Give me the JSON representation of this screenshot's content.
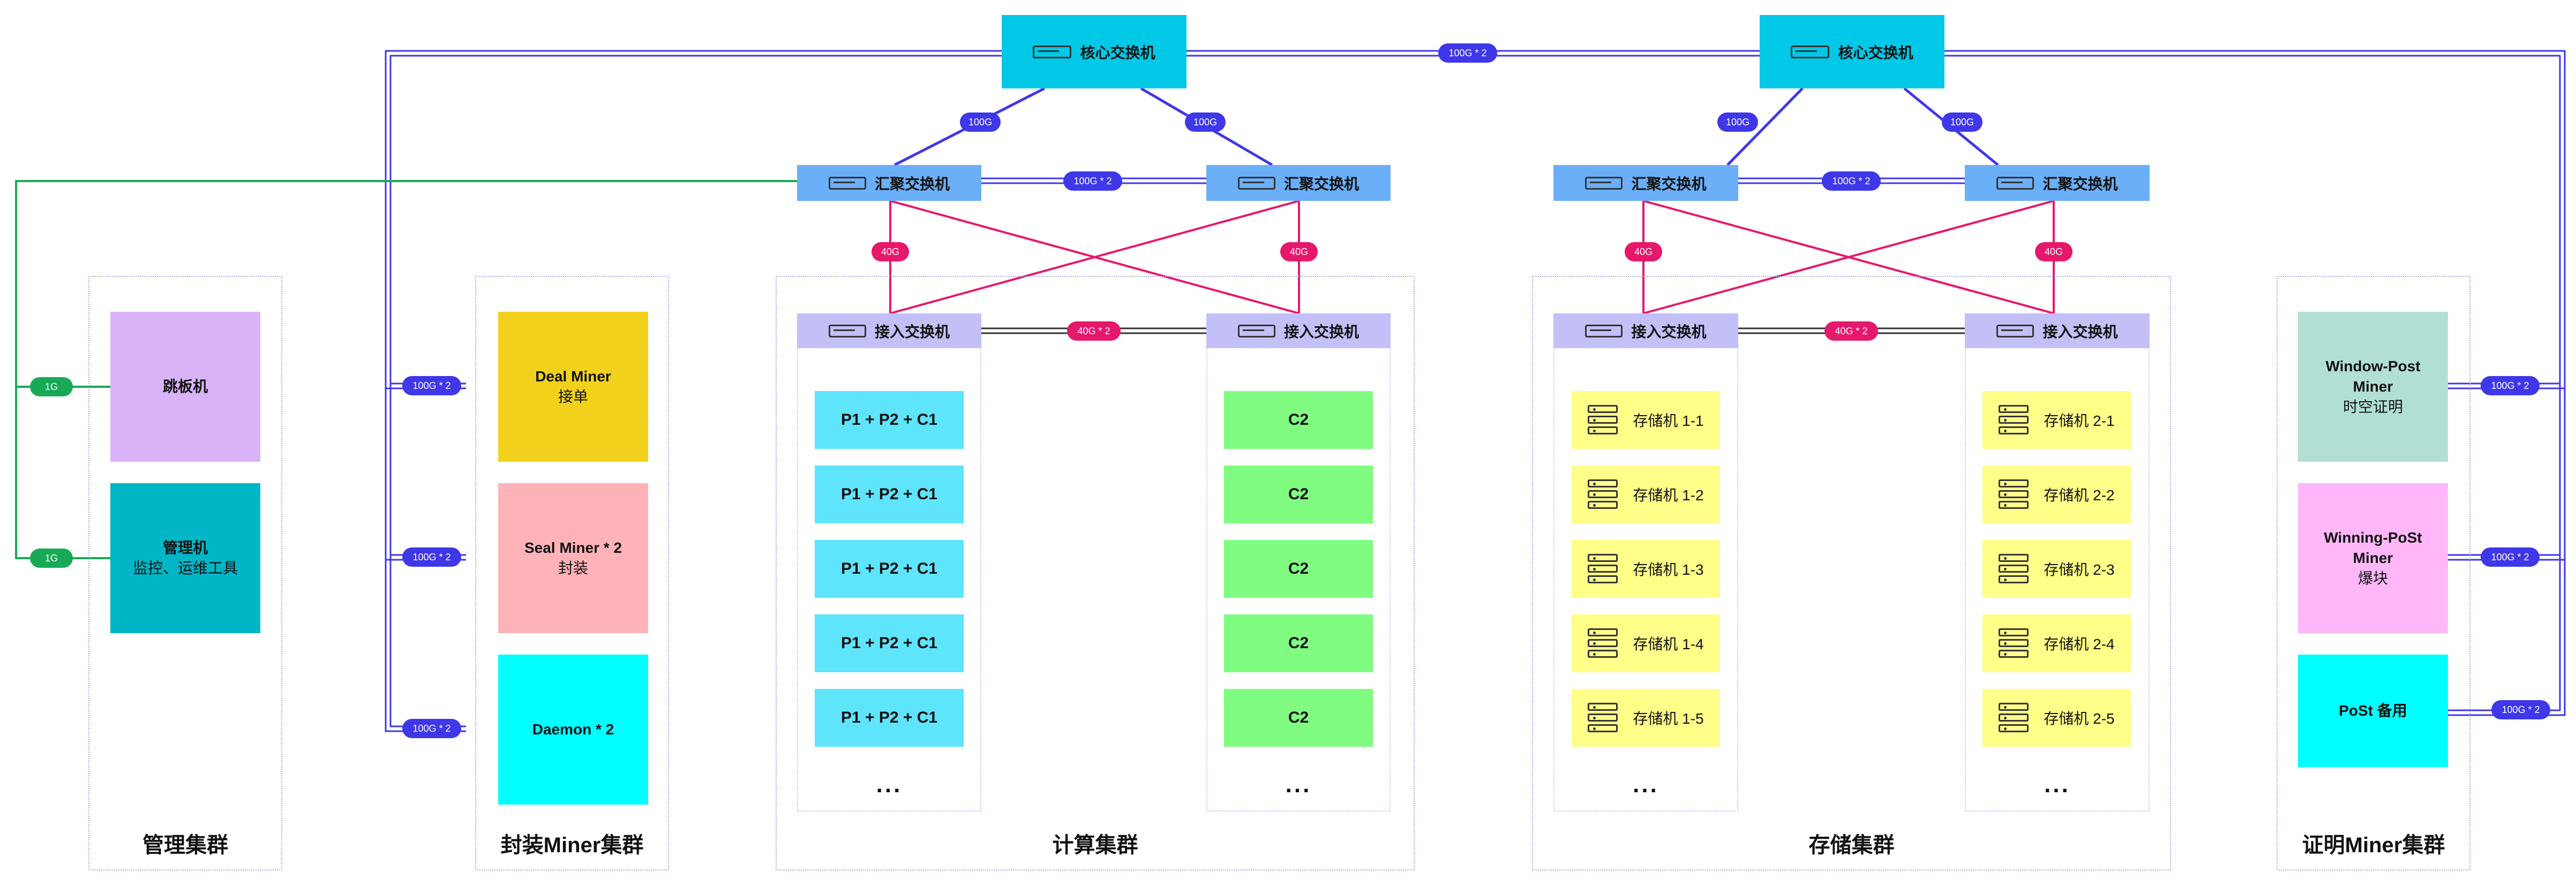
{
  "colors": {
    "core": "#00c8e6",
    "agg": "#6aaff7",
    "access": "#c2c0f7",
    "blue_link": "#3f37e8",
    "pink_link": "#e6186c",
    "green_link": "#18a957",
    "jump": "#d9b3f7",
    "mgmt": "#00b5c5",
    "deal": "#f2d11c",
    "seal": "#ffb3b8",
    "daemon": "#00ffff",
    "compute1": "#5ee4fb",
    "compute2": "#80fc80",
    "storage": "#fffe88",
    "window": "#b1dfd6",
    "winning": "#ffb7fa",
    "postbak": "#00ffff"
  },
  "core_switches": [
    {
      "label": "核心交换机"
    },
    {
      "label": "核心交换机"
    }
  ],
  "agg_switches": [
    {
      "label": "汇聚交换机"
    },
    {
      "label": "汇聚交换机"
    },
    {
      "label": "汇聚交换机"
    },
    {
      "label": "汇聚交换机"
    }
  ],
  "access_switches": [
    {
      "label": "接入交换机"
    },
    {
      "label": "接入交换机"
    },
    {
      "label": "接入交换机"
    },
    {
      "label": "接入交换机"
    }
  ],
  "link_labels": {
    "core_core": "100G * 2",
    "core_agg": "100G",
    "agg_agg": "100G * 2",
    "agg_access": "40G",
    "access_access": "40G * 2",
    "mgmt": "1G",
    "miner": "100G * 2"
  },
  "clusters": {
    "mgmt": "管理集群",
    "seal": "封装Miner集群",
    "compute": "计算集群",
    "storage": "存储集群",
    "proof": "证明Miner集群"
  },
  "mgmt_boxes": [
    {
      "line1": "跳板机",
      "line2": ""
    },
    {
      "line1": "管理机",
      "line2": "监控、运维工具"
    }
  ],
  "seal_boxes": [
    {
      "line1": "Deal Miner",
      "line2": "接单"
    },
    {
      "line1": "Seal Miner * 2",
      "line2": "封装"
    },
    {
      "line1": "Daemon * 2",
      "line2": ""
    }
  ],
  "proof_boxes": [
    {
      "line1": "Window-Post",
      "line2": "Miner",
      "line3": "时空证明"
    },
    {
      "line1": "Winning-PoSt",
      "line2": "Miner",
      "line3": "爆块"
    },
    {
      "line1": "PoSt 备用",
      "line2": "",
      "line3": ""
    }
  ],
  "compute_left": [
    "P1 + P2 + C1",
    "P1 + P2 + C1",
    "P1 + P2 + C1",
    "P1 + P2 + C1",
    "P1 + P2 + C1"
  ],
  "compute_right": [
    "C2",
    "C2",
    "C2",
    "C2",
    "C2"
  ],
  "storage_left": [
    "存储机 1-1",
    "存储机 1-2",
    "存储机 1-3",
    "存储机 1-4",
    "存储机 1-5"
  ],
  "storage_right": [
    "存储机 2-1",
    "存储机 2-2",
    "存储机 2-3",
    "存储机 2-4",
    "存储机 2-5"
  ],
  "ellipsis": "..."
}
